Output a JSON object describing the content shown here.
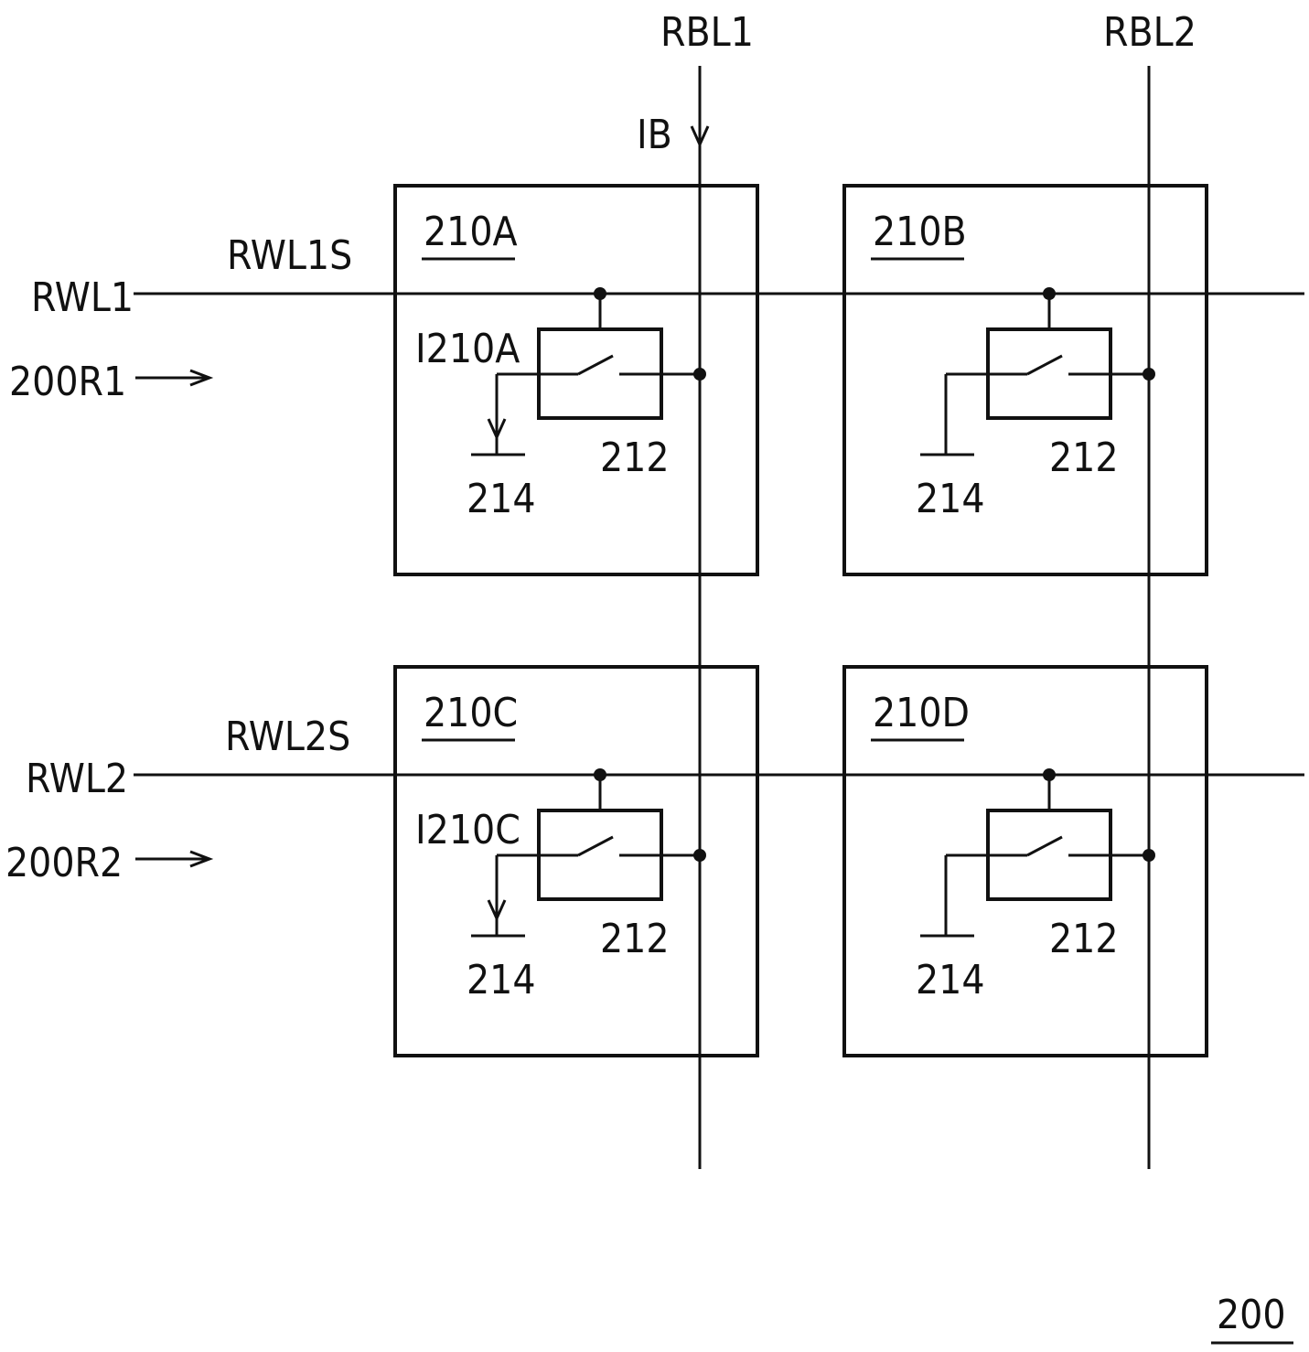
{
  "figure_number": "200",
  "bit_lines": [
    {
      "label": "RBL1",
      "current_label": "IB"
    },
    {
      "label": "RBL2"
    }
  ],
  "word_lines": [
    {
      "label": "RWL1",
      "segment_label": "RWL1S",
      "row_label": "200R1"
    },
    {
      "label": "RWL2",
      "segment_label": "RWL2S",
      "row_label": "200R2"
    }
  ],
  "cells": [
    {
      "id": "210A",
      "switch_label": "212",
      "ground_label": "214",
      "current_label": "I210A"
    },
    {
      "id": "210B",
      "switch_label": "212",
      "ground_label": "214"
    },
    {
      "id": "210C",
      "switch_label": "212",
      "ground_label": "214",
      "current_label": "I210C"
    },
    {
      "id": "210D",
      "switch_label": "212",
      "ground_label": "214"
    }
  ]
}
